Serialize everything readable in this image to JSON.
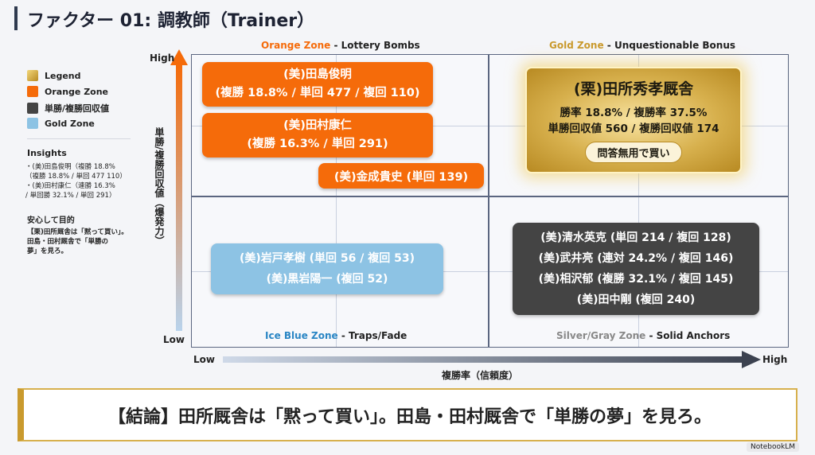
{
  "title": "ファクター 01: 調教師（Trainer）",
  "legend": {
    "items": [
      {
        "label": "Legend",
        "color": "#d7b04d"
      },
      {
        "label": "Orange Zone",
        "color": "#f56b0a"
      },
      {
        "label": "単勝/複勝回収値",
        "color": "#444444"
      },
      {
        "label": "Gold Zone",
        "color": "#8dc3e4"
      }
    ],
    "insights_title": "Insights",
    "insights": [
      "・(美)田島俊明（複勝 18.8%",
      "（複勝 18.8% / 単回 477 110）",
      "・(美)田村康仁（連勝 16.3%",
      "/ 単回勝 32.1% / 単回 291）"
    ],
    "safe_title": "安心して目的",
    "safe_text": [
      "【栗)田所厩舎は「黙って買い」。",
      "田島・田村厩舎で「単勝の",
      "夢」を見ろ。"
    ]
  },
  "zones": {
    "orange": {
      "name": "Orange Zone",
      "desc": " - Lottery Bombs"
    },
    "gold": {
      "name": "Gold Zone",
      "desc": " - Unquestionable Bonus"
    },
    "ice": {
      "name": "Ice Blue Zone",
      "desc": " - Traps/Fade"
    },
    "silver": {
      "name": "Silver/Gray Zone",
      "desc": " - Solid Anchors"
    }
  },
  "axes": {
    "y_high": "High",
    "y_low": "Low",
    "y_label": "単勝/複勝回収値（爆発力）",
    "x_low": "Low",
    "x_high": "High",
    "x_label": "複勝率（信頼度）"
  },
  "boxes": {
    "tajima": [
      "(美)田島俊明",
      "(複勝 18.8% / 単回 477 / 複回 110)"
    ],
    "tamura": [
      "(美)田村康仁",
      "(複勝 16.3% / 単回 291)"
    ],
    "kanenari": "(美)金成貴史 (単回 139)",
    "tadokoro": {
      "name": "(栗)田所秀孝厩舎",
      "l1": "勝率 18.8% / 複勝率 37.5%",
      "l2": "単勝回収値 560 / 複勝回収値 174",
      "badge": "問答無用で買い"
    },
    "blue": [
      "(美)岩戸孝樹 (単回 56 / 複回 53)",
      "(美)黒岩陽一 (複回 52)"
    ],
    "gray": [
      "(美)清水英克 (単回 214 / 複回 128)",
      "(美)武井亮 (連対 24.2% / 複回 146)",
      "(美)相沢郁 (複勝 32.1% / 複回 145)",
      "(美)田中剛 (複回 240)"
    ]
  },
  "conclusion": "【結論】田所厩舎は「黙って買い」。田島・田村厩舎で「単勝の夢」を見ろ。",
  "watermark": "NotebookLM"
}
